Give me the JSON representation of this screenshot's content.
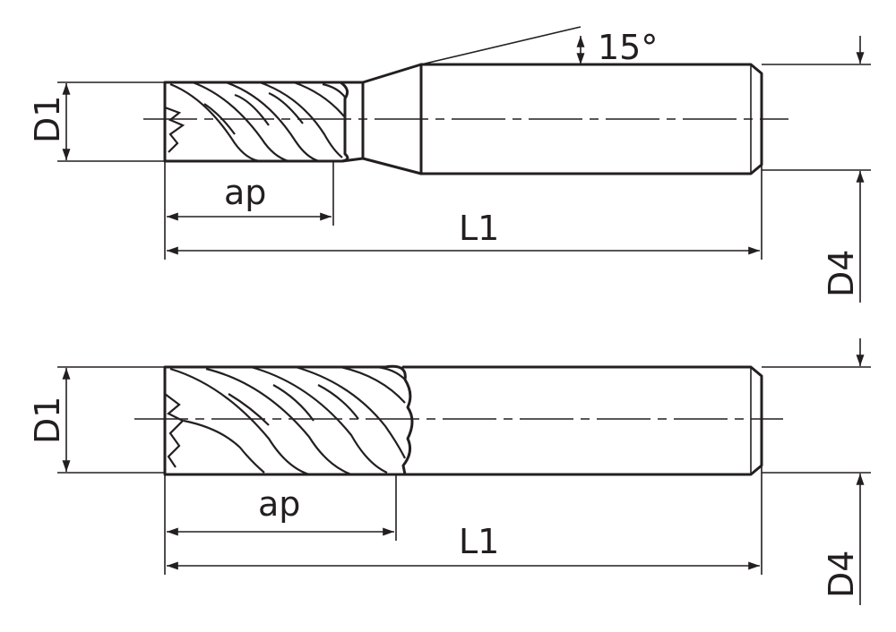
{
  "drawing_top": {
    "angle_label": "15°",
    "d1_label": "D1",
    "ap_label": "ap",
    "l1_label": "L1",
    "d4_label": "D4"
  },
  "drawing_bottom": {
    "d1_label": "D1",
    "ap_label": "ap",
    "l1_label": "L1",
    "d4_label": "D4"
  }
}
